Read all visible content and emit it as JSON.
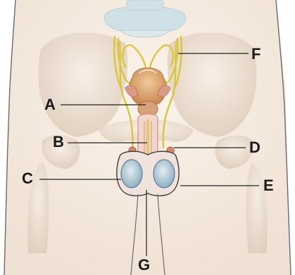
{
  "labels": {
    "a": "A",
    "b": "B",
    "c": "C",
    "d": "D",
    "e": "E",
    "f": "F",
    "g": "G"
  },
  "colors": {
    "background": "#ffffff",
    "skin_outline": "#6b6b6b",
    "bone": "#e9dccd",
    "spine": "#cfe1e6",
    "vas_deferens": "#d9c63a",
    "bladder": "#e6b07a",
    "testis": "#b8cdd8",
    "leader_line": "#222222"
  }
}
